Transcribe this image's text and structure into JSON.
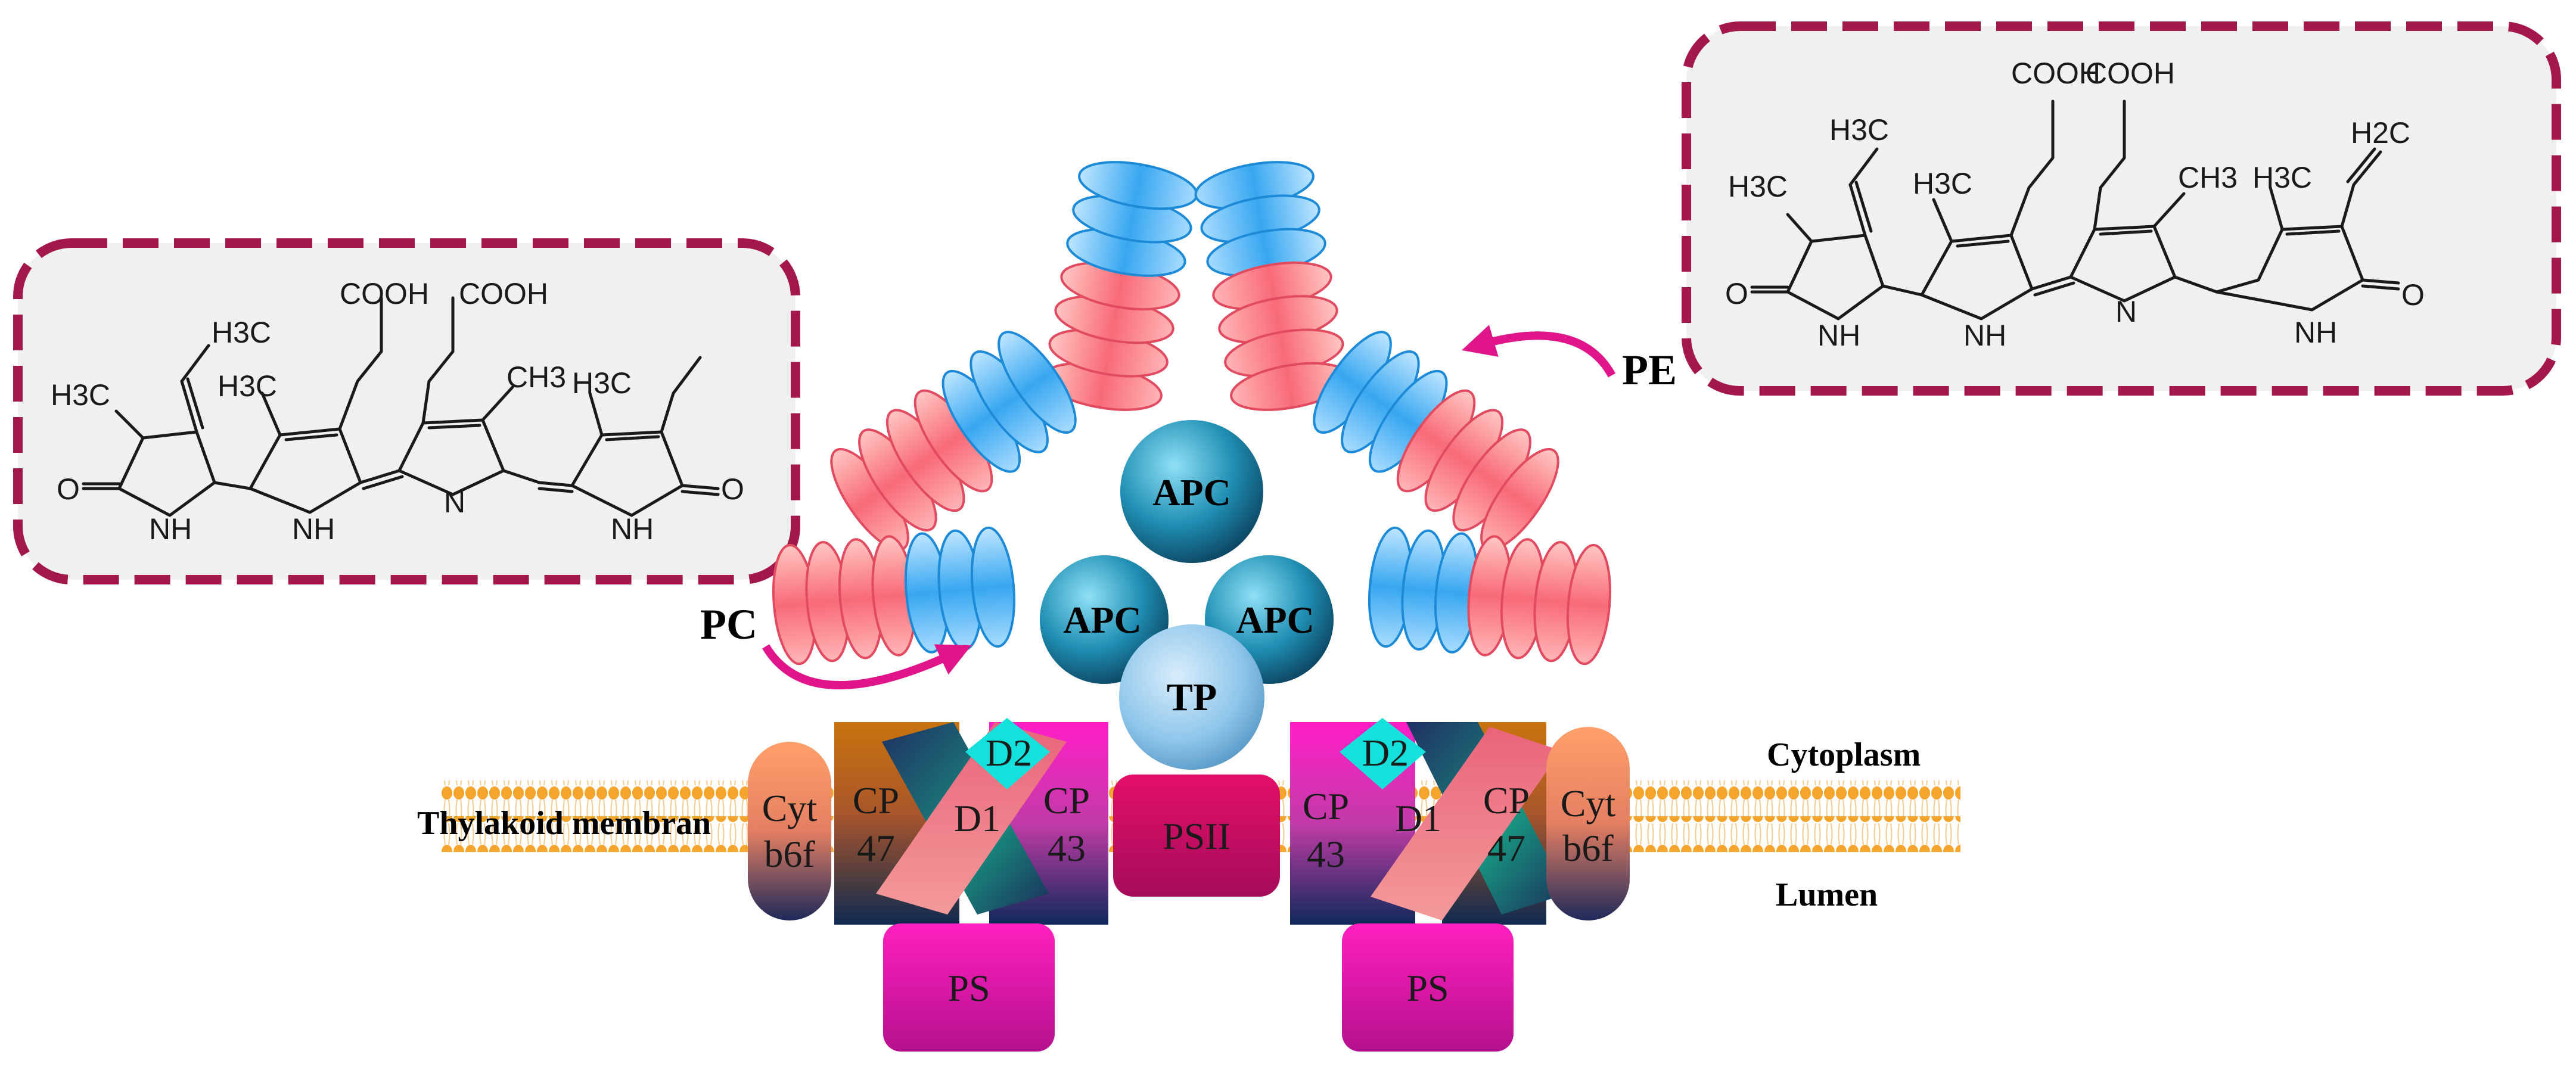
{
  "diagram": {
    "labels": {
      "pc": "PC",
      "pe": "PE",
      "cytoplasm": "Cytoplasm",
      "lumen": "Lumen",
      "thylakoid": "Thylakoid membran",
      "apc_top": "APC",
      "apc_left": "APC",
      "apc_right": "APC",
      "tp": "TP",
      "psii": "PSII",
      "left": {
        "cyt_line1": "Cyt",
        "cyt_line2": "b6f",
        "cp47_line1": "CP",
        "cp47_line2": "47",
        "d2": "D2",
        "d1": "D1",
        "cp43_line1": "CP",
        "cp43_line2": "43",
        "ps": "PS"
      },
      "right": {
        "cp43_line1": "CP",
        "cp43_line2": "43",
        "d2": "D2",
        "d1": "D1",
        "cp47_line1": "CP",
        "cp47_line2": "47",
        "cyt_line1": "Cyt",
        "cyt_line2": "b6f",
        "ps": "PS"
      }
    },
    "pc_structure": {
      "groups": [
        "COOH",
        "COOH",
        "CH3",
        "H3C",
        "H3C",
        "H3C",
        "H3C",
        "N",
        "NH",
        "NH",
        "NH",
        "O",
        "O"
      ]
    },
    "pe_structure": {
      "groups": [
        "COOH",
        "COOH",
        "CH3",
        "H3C",
        "H3C",
        "H3C",
        "H3C",
        "H2C",
        "N",
        "NH",
        "NH",
        "NH",
        "O",
        "O"
      ]
    },
    "colors": {
      "frame": "#a3174a",
      "arrow": "#e0158a",
      "membrane": "#f3a72e",
      "psii": "#e0126a",
      "ps": "#e61aa8",
      "cp47": "#c06a10",
      "cp43": "#e61ec0",
      "d2": "#14e0dc",
      "cyt": "#f2915e",
      "apc": "#1f8fb3",
      "tp": "#8ec6ea"
    }
  }
}
